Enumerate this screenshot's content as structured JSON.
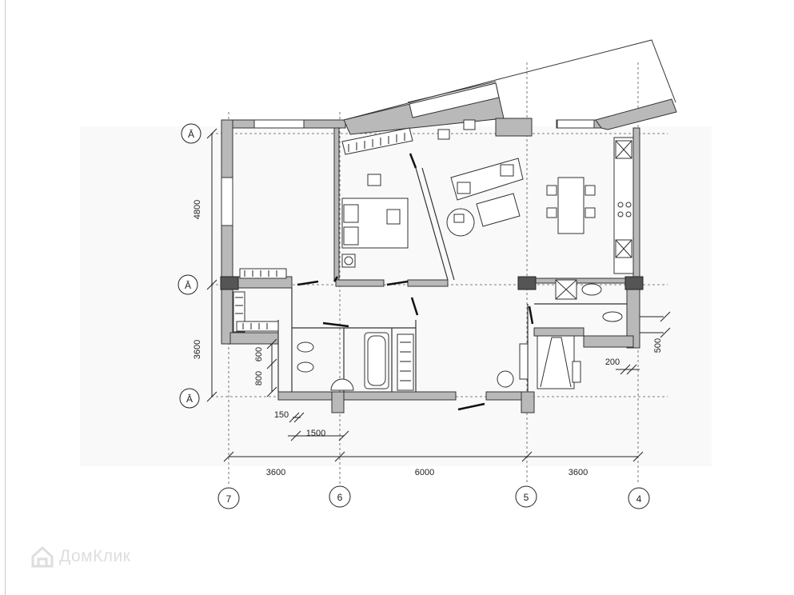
{
  "plan": {
    "row_axes": [
      {
        "id": "row-a-top",
        "label": "Ā"
      },
      {
        "id": "row-a-mid",
        "label": "Ā"
      },
      {
        "id": "row-a-bottom",
        "label": "Ā"
      }
    ],
    "column_axes": [
      {
        "id": "col-7",
        "label": "7"
      },
      {
        "id": "col-6",
        "label": "6"
      },
      {
        "id": "col-5",
        "label": "5"
      },
      {
        "id": "col-4",
        "label": "4"
      }
    ],
    "dimensions": {
      "bottom_span_1": "3600",
      "bottom_span_2": "6000",
      "bottom_span_3": "3600",
      "left_upper": "4800",
      "left_lower": "3600",
      "bath_600": "600",
      "bath_800": "800",
      "wall_150": "150",
      "hall_1500": "1500",
      "right_200": "200",
      "right_500": "500"
    }
  },
  "watermark": {
    "text": "ДомКлик",
    "icon": "house-logo-icon"
  }
}
